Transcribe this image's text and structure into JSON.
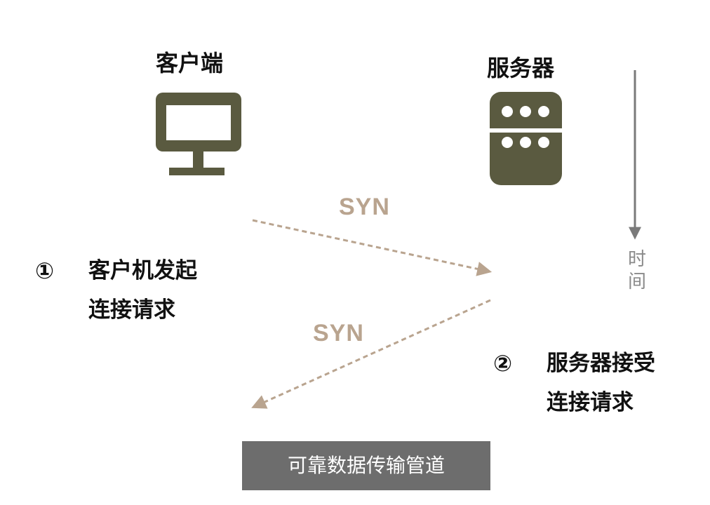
{
  "client": {
    "title": "客户端",
    "icon": "monitor-icon"
  },
  "server": {
    "title": "服务器",
    "icon": "server-icon"
  },
  "messages": [
    {
      "label": "SYN",
      "direction": "client-to-server"
    },
    {
      "label": "SYN",
      "direction": "server-to-client"
    }
  ],
  "steps": [
    {
      "number": "①",
      "lines": [
        "客户机发起",
        "连接请求"
      ]
    },
    {
      "number": "②",
      "lines": [
        "服务器接受",
        "连接请求"
      ]
    }
  ],
  "time_axis": {
    "label_chars": [
      "时",
      "间"
    ]
  },
  "banner": {
    "text": "可靠数据传输管道"
  },
  "colors": {
    "icon": "#5a5a40",
    "arrow": "#b9a48f",
    "time_arrow": "#7a7a7a",
    "banner_bg": "#6d6d6d",
    "banner_text": "#ffffff"
  }
}
